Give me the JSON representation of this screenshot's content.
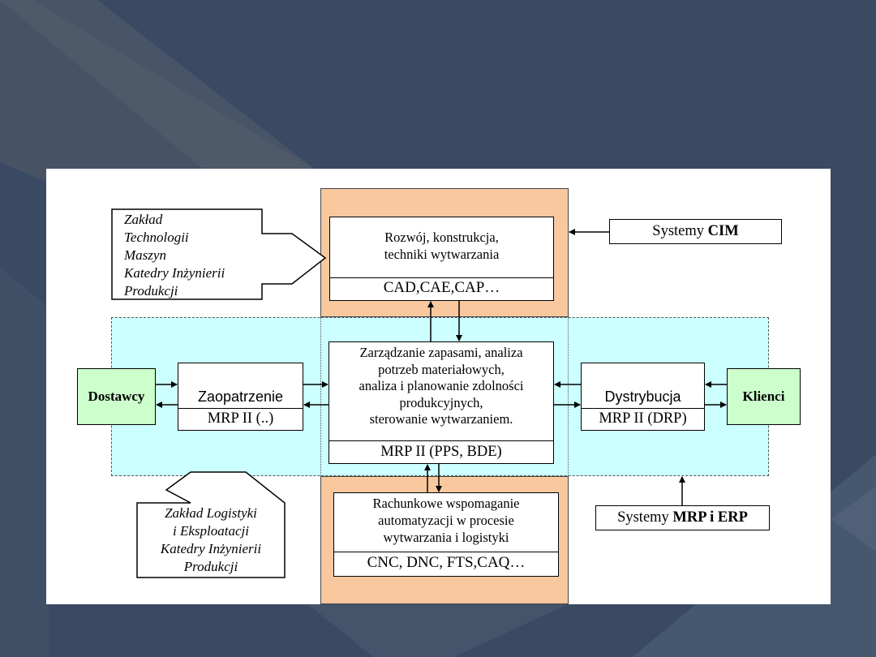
{
  "diagram": {
    "top_block": {
      "title_line1": "Rozwój, konstrukcja,",
      "title_line2": "techniki wytwarzania",
      "subtitle": "CAD,CAE,CAP…"
    },
    "systems_cim": {
      "prefix": "Systemy ",
      "bold": "CIM"
    },
    "zaklad_technologii": [
      "Zakład",
      "Technologii",
      "Maszyn",
      "Katedry Inżynierii",
      "Produkcji"
    ],
    "center_block": {
      "lines": [
        "Zarządzanie zapasami, analiza",
        "potrzeb materiałowych,",
        "analiza i planowanie zdolności",
        "produkcyjnych,",
        "sterowanie wytwarzaniem."
      ],
      "subtitle": "MRP II (PPS, BDE)"
    },
    "zaopatrzenie": {
      "title": "Zaopatrzenie",
      "subtitle": "MRP II (..)"
    },
    "dystrybucja": {
      "title": "Dystrybucja",
      "subtitle": "MRP II (DRP)"
    },
    "dostawcy": "Dostawcy",
    "klienci": "Klienci",
    "bottom_block": {
      "lines": [
        "Rachunkowe wspomaganie",
        "automatyzacji w procesie",
        "wytwarzania i logistyki"
      ],
      "subtitle": "CNC, DNC, FTS,CAQ…"
    },
    "zaklad_logistyki": [
      "Zakład Logistyki",
      "i Eksploatacji",
      "Katedry Inżynierii",
      "Produkcji"
    ],
    "systems_mrp": {
      "prefix": "Systemy ",
      "bold": "MRP i ERP"
    }
  },
  "colors": {
    "slide_bg": "#3a4a62",
    "orange": "#f9c89f",
    "cyan": "#ccffff",
    "green": "#ccffcc"
  }
}
